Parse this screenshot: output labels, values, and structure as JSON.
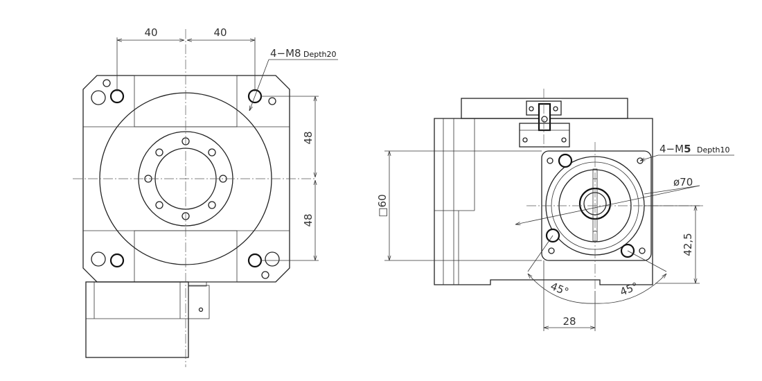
{
  "left_view": {
    "dim_top_left": "40",
    "dim_top_right": "40",
    "dim_right_upper": "48",
    "dim_right_lower": "48",
    "thread_label": "4−M8",
    "thread_depth": "Depth20"
  },
  "right_view": {
    "dim_square": "□60",
    "dim_diameter": "ø70",
    "dim_height": "42,5",
    "dim_width": "28",
    "angle_left": "45°",
    "angle_right": "45°",
    "thread_label_prefix": "4−M",
    "thread_label_size": "5",
    "thread_depth": "Depth10"
  }
}
